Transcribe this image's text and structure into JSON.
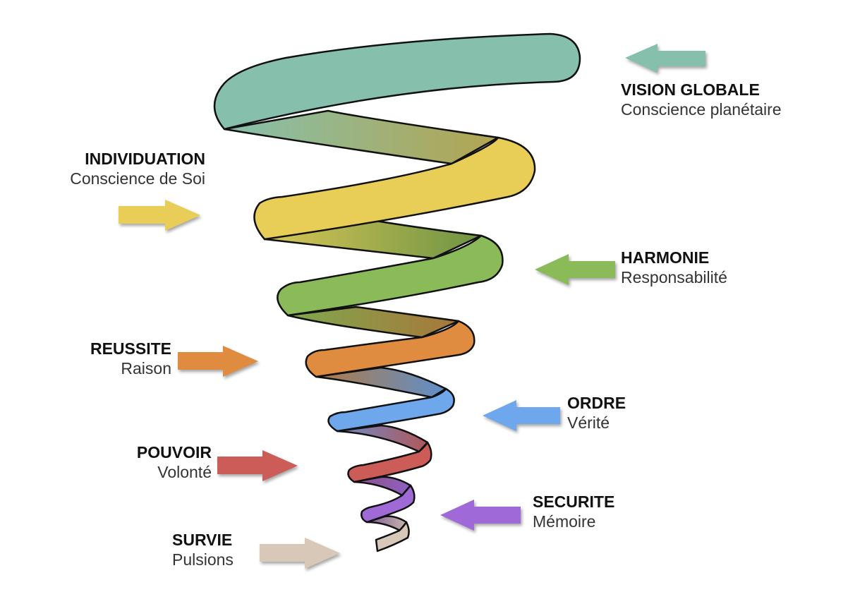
{
  "title": "Spirale de conscience",
  "levels": [
    {
      "id": "vision-globale",
      "title": "VISION GLOBALE",
      "subtitle": "Conscience planétaire",
      "color": "#86C0AC",
      "side": "right"
    },
    {
      "id": "individuation",
      "title": "INDIVIDUATION",
      "subtitle": "Conscience de Soi",
      "color": "#E8CE56",
      "side": "left"
    },
    {
      "id": "harmonie",
      "title": "HARMONIE",
      "subtitle": "Responsabilité",
      "color": "#8BBB59",
      "side": "right"
    },
    {
      "id": "reussite",
      "title": "REUSSITE",
      "subtitle": "Raison",
      "color": "#DF8C40",
      "side": "left"
    },
    {
      "id": "ordre",
      "title": "ORDRE",
      "subtitle": "Vérité",
      "color": "#6EA7EB",
      "side": "right"
    },
    {
      "id": "pouvoir",
      "title": "POUVOIR",
      "subtitle": "Volonté",
      "color": "#CC5C58",
      "side": "left"
    },
    {
      "id": "securite",
      "title": "SECURITE",
      "subtitle": "Mémoire",
      "color": "#9F6AD8",
      "side": "right"
    },
    {
      "id": "survie",
      "title": "SURVIE",
      "subtitle": "Pulsions",
      "color": "#D7C8B8",
      "side": "left"
    }
  ]
}
